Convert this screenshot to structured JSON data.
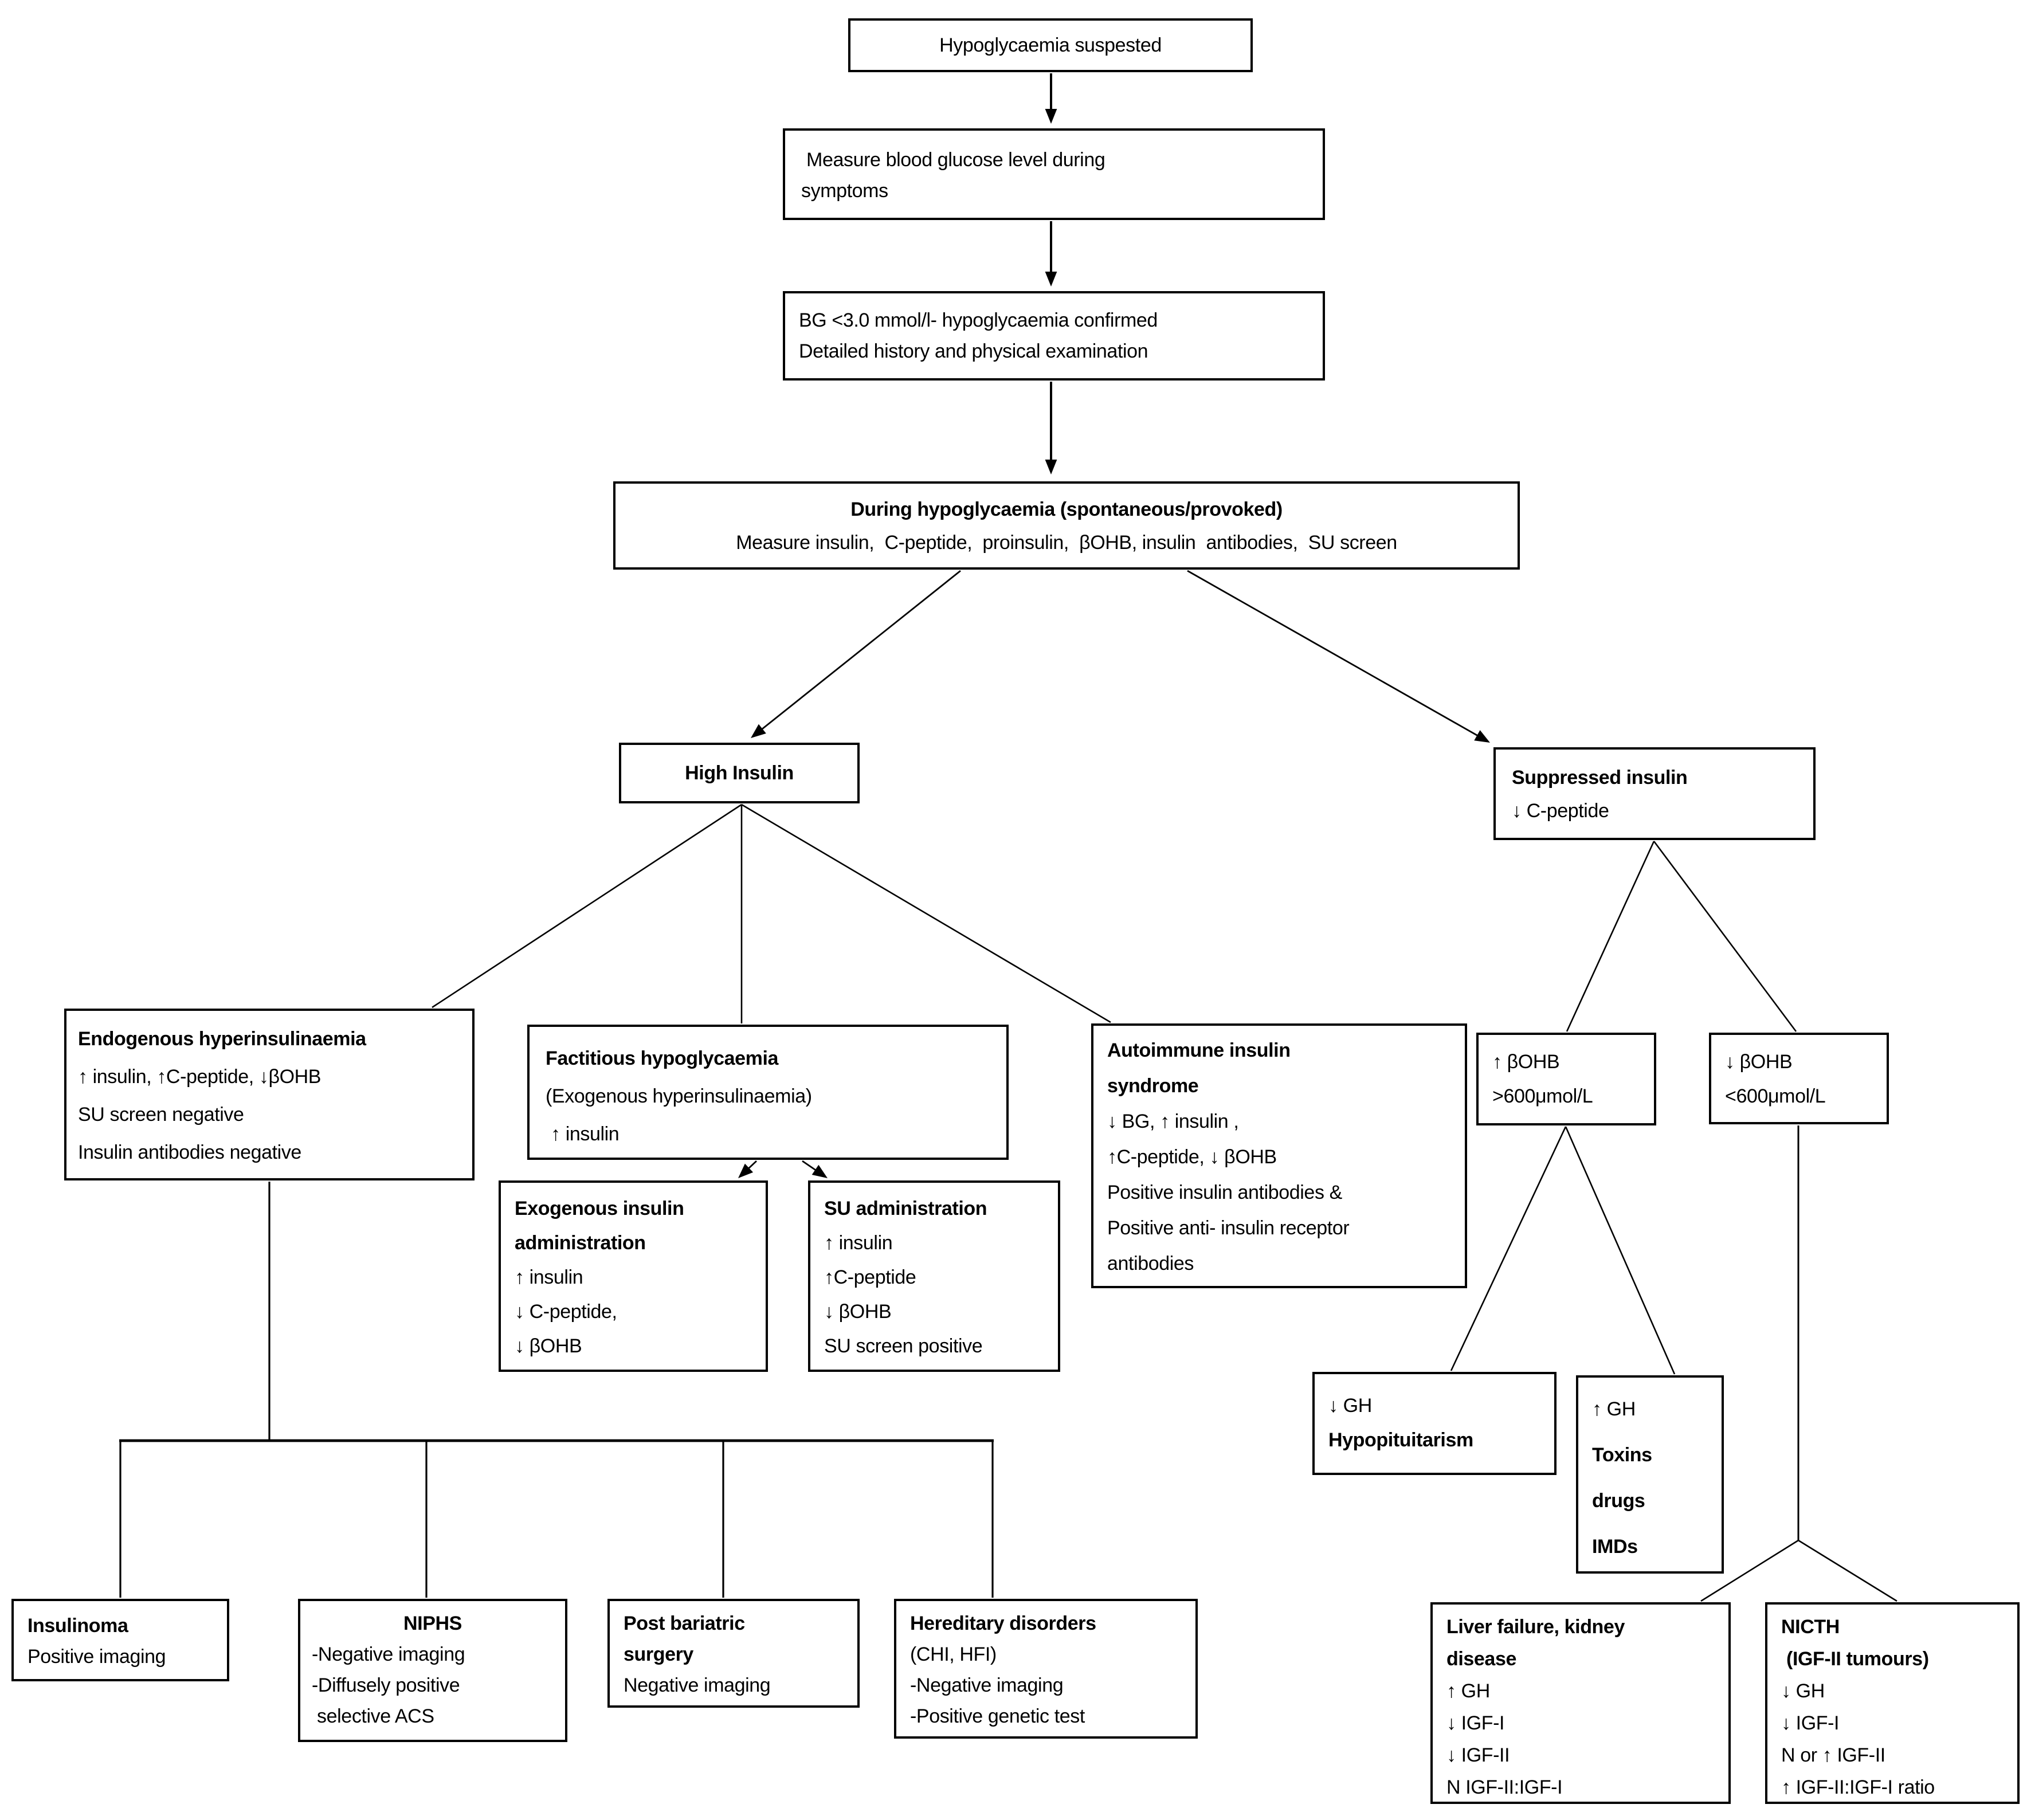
{
  "colors": {
    "background": "#ffffff",
    "box_border": "#000000",
    "text": "#000000",
    "connector": "#000000"
  },
  "nodes": [
    {
      "id": "suspected",
      "lines": [
        {
          "text": "Hypoglycaemia suspested",
          "bold": false
        }
      ]
    },
    {
      "id": "measure",
      "lines": [
        {
          "text": " Measure blood glucose level during",
          "bold": false
        },
        {
          "text": "symptoms",
          "bold": false
        }
      ]
    },
    {
      "id": "confirmed",
      "lines": [
        {
          "text": "BG <3.0 mmol/l- hypoglycaemia confirmed",
          "bold": false
        },
        {
          "text": "Detailed history and physical examination",
          "bold": false
        }
      ]
    },
    {
      "id": "during",
      "lines": [
        {
          "text": "During hypoglycaemia (spontaneous/provoked)",
          "bold": true
        },
        {
          "text": "Measure insulin,  C-peptide,  proinsulin,  βOHB, insulin  antibodies,  SU screen",
          "bold": false
        }
      ]
    },
    {
      "id": "high_insulin",
      "lines": [
        {
          "text": "High Insulin",
          "bold": true
        }
      ]
    },
    {
      "id": "suppressed",
      "lines": [
        {
          "text": "Suppressed insulin",
          "bold": true
        },
        {
          "text": "↓ C-peptide",
          "bold": false
        }
      ]
    },
    {
      "id": "endogenous",
      "lines": [
        {
          "text": "Endogenous hyperinsulinaemia",
          "bold": true
        },
        {
          "text": "↑ insulin, ↑C-peptide, ↓βOHB",
          "bold": false
        },
        {
          "text": "SU screen negative",
          "bold": false
        },
        {
          "text": "Insulin antibodies negative",
          "bold": false
        }
      ]
    },
    {
      "id": "factitious",
      "lines": [
        {
          "text": "Factitious hypoglycaemia",
          "bold": true
        },
        {
          "text": "(Exogenous hyperinsulinaemia)",
          "bold": false
        },
        {
          "text": " ↑ insulin",
          "bold": false
        }
      ]
    },
    {
      "id": "autoimmune",
      "lines": [
        {
          "text": "Autoimmune insulin",
          "bold": true
        },
        {
          "text": "syndrome",
          "bold": true
        },
        {
          "text": "↓ BG, ↑ insulin ,",
          "bold": false
        },
        {
          "text": "↑C-peptide, ↓ βOHB",
          "bold": false
        },
        {
          "text": "Positive insulin antibodies &",
          "bold": false
        },
        {
          "text": "Positive anti- insulin receptor",
          "bold": false
        },
        {
          "text": "antibodies",
          "bold": false
        }
      ]
    },
    {
      "id": "exogenous",
      "lines": [
        {
          "text": "Exogenous insulin",
          "bold": true
        },
        {
          "text": "administration",
          "bold": true
        },
        {
          "text": "↑ insulin",
          "bold": false
        },
        {
          "text": "↓ C-peptide,",
          "bold": false
        },
        {
          "text": "↓ βOHB",
          "bold": false
        }
      ]
    },
    {
      "id": "su_admin",
      "lines": [
        {
          "text": "SU administration",
          "bold": true
        },
        {
          "text": "↑ insulin",
          "bold": false
        },
        {
          "text": "↑C-peptide",
          "bold": false
        },
        {
          "text": "↓ βOHB",
          "bold": false
        },
        {
          "text": "SU screen positive",
          "bold": false
        }
      ]
    },
    {
      "id": "bohb_high",
      "lines": [
        {
          "text": "↑ βOHB",
          "bold": false
        },
        {
          "text": ">600μmol/L",
          "bold": false
        }
      ]
    },
    {
      "id": "bohb_low",
      "lines": [
        {
          "text": "↓ βOHB",
          "bold": false
        },
        {
          "text": "<600μmol/L",
          "bold": false
        }
      ]
    },
    {
      "id": "hypopituitarism",
      "lines": [
        {
          "text": "↓ GH",
          "bold": false
        },
        {
          "text": "Hypopituitarism",
          "bold": true
        }
      ]
    },
    {
      "id": "toxins",
      "lines": [
        {
          "text": "↑ GH",
          "bold": false
        },
        {
          "text": "Toxins",
          "bold": true
        },
        {
          "text": "drugs",
          "bold": true
        },
        {
          "text": "IMDs",
          "bold": true
        }
      ]
    },
    {
      "id": "insulinoma",
      "lines": [
        {
          "text": "Insulinoma",
          "bold": true
        },
        {
          "text": "Positive imaging",
          "bold": false
        }
      ]
    },
    {
      "id": "niphs",
      "lines": [
        {
          "text": "NIPHS",
          "bold": true,
          "center": true
        },
        {
          "text": "-Negative imaging",
          "bold": false
        },
        {
          "text": "-Diffusely positive",
          "bold": false
        },
        {
          "text": " selective ACS",
          "bold": false
        }
      ]
    },
    {
      "id": "post_bariatric",
      "lines": [
        {
          "text": "Post bariatric",
          "bold": true
        },
        {
          "text": "surgery",
          "bold": true
        },
        {
          "text": "Negative imaging",
          "bold": false
        }
      ]
    },
    {
      "id": "hereditary",
      "lines": [
        {
          "text": "Hereditary disorders",
          "bold": true
        },
        {
          "text": "(CHI, HFI)",
          "bold": false
        },
        {
          "text": "-Negative imaging",
          "bold": false
        },
        {
          "text": "-Positive genetic test",
          "bold": false
        }
      ]
    },
    {
      "id": "liver",
      "lines": [
        {
          "text": "Liver failure, kidney",
          "bold": true
        },
        {
          "text": "disease",
          "bold": true
        },
        {
          "text": "↑ GH",
          "bold": false
        },
        {
          "text": "↓ IGF-I",
          "bold": false
        },
        {
          "text": "↓ IGF-II",
          "bold": false
        },
        {
          "text": "N IGF-II:IGF-I",
          "bold": false
        }
      ]
    },
    {
      "id": "nicth",
      "lines": [
        {
          "text": "NICTH",
          "bold": true
        },
        {
          "text": " (IGF-II tumours)",
          "bold": true
        },
        {
          "text": "↓ GH",
          "bold": false
        },
        {
          "text": "↓ IGF-I",
          "bold": false
        },
        {
          "text": "N or ↑ IGF-II",
          "bold": false
        },
        {
          "text": "↑ IGF-II:IGF-I ratio",
          "bold": false
        }
      ]
    }
  ],
  "edges": [
    {
      "from": "suspected",
      "to": "measure",
      "arrow": true
    },
    {
      "from": "measure",
      "to": "confirmed",
      "arrow": true
    },
    {
      "from": "confirmed",
      "to": "during",
      "arrow": true
    },
    {
      "from": "during",
      "to": "high_insulin",
      "arrow": true
    },
    {
      "from": "during",
      "to": "suppressed",
      "arrow": true
    },
    {
      "from": "high_insulin",
      "to": "endogenous",
      "arrow": false
    },
    {
      "from": "high_insulin",
      "to": "factitious",
      "arrow": false
    },
    {
      "from": "high_insulin",
      "to": "autoimmune",
      "arrow": false
    },
    {
      "from": "factitious",
      "to": "exogenous",
      "arrow": true
    },
    {
      "from": "factitious",
      "to": "su_admin",
      "arrow": true
    },
    {
      "from": "suppressed",
      "to": "bohb_high",
      "arrow": false
    },
    {
      "from": "suppressed",
      "to": "bohb_low",
      "arrow": false
    },
    {
      "from": "bohb_high",
      "to": "hypopituitarism",
      "arrow": false
    },
    {
      "from": "bohb_high",
      "to": "toxins",
      "arrow": false
    },
    {
      "from": "bohb_low",
      "to": "liver",
      "arrow": false
    },
    {
      "from": "bohb_low",
      "to": "nicth",
      "arrow": false
    },
    {
      "from": "endogenous",
      "to": "insulinoma",
      "arrow": false
    },
    {
      "from": "endogenous",
      "to": "niphs",
      "arrow": false
    },
    {
      "from": "endogenous",
      "to": "post_bariatric",
      "arrow": false
    },
    {
      "from": "endogenous",
      "to": "hereditary",
      "arrow": false
    }
  ]
}
